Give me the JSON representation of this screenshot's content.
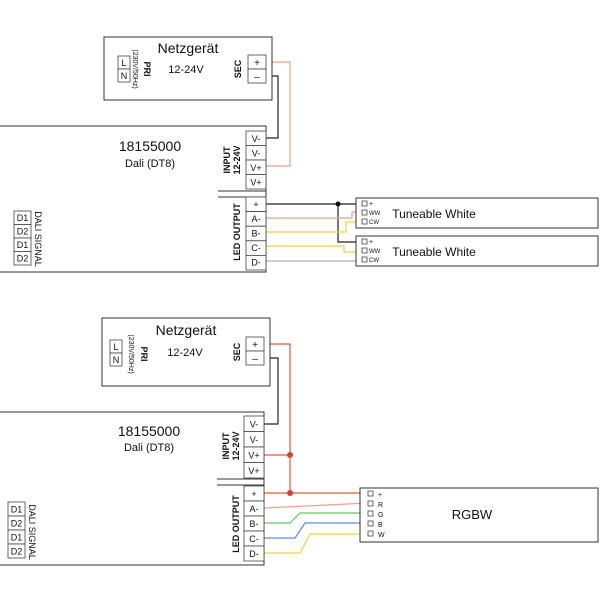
{
  "diagram1": {
    "psu": {
      "title": "Netzgerät",
      "voltage": "12-24V",
      "pri_label": "PRI",
      "pri_spec": "(230V/50Hz)",
      "pri_l": "L",
      "pri_n": "N",
      "sec_label": "SEC",
      "sec_plus": "+",
      "sec_minus": "–"
    },
    "controller": {
      "model": "18155000",
      "type": "Dali (DT8)",
      "input_label": "INPUT",
      "input_voltage": "12-24V",
      "input_pins": [
        "V-",
        "V-",
        "V+",
        "V+"
      ],
      "led_label": "LED OUTPUT",
      "led_pins": [
        "+",
        "A-",
        "B-",
        "C-",
        "D-"
      ],
      "dali_label": "DALI SIGNAL",
      "dali_pins": [
        "D1",
        "D2",
        "D1",
        "D2"
      ]
    },
    "strip1": {
      "title": "Tuneable White",
      "pins": [
        "+",
        "WW",
        "CW"
      ]
    },
    "strip2": {
      "title": "Tuneable White",
      "pins": [
        "+",
        "WW",
        "CW"
      ]
    }
  },
  "diagram2": {
    "psu": {
      "title": "Netzgerät",
      "voltage": "12-24V",
      "pri_label": "PRI",
      "pri_spec": "(230V/50Hz)",
      "pri_l": "L",
      "pri_n": "N",
      "sec_label": "SEC",
      "sec_plus": "+",
      "sec_minus": "–"
    },
    "controller": {
      "model": "18155000",
      "type": "Dali (DT8)",
      "input_label": "INPUT",
      "input_voltage": "12-24V",
      "input_pins": [
        "V-",
        "V-",
        "V+",
        "V+"
      ],
      "led_label": "LED OUTPUT",
      "led_pins": [
        "+",
        "A-",
        "B-",
        "C-",
        "D-"
      ],
      "dali_label": "DALI SIGNAL",
      "dali_pins": [
        "D1",
        "D2",
        "D1",
        "D2"
      ]
    },
    "strip": {
      "title": "RGBW",
      "pins": [
        "+",
        "R",
        "G",
        "B",
        "W"
      ]
    }
  },
  "colors": {
    "red": "#e8553c",
    "salmon": "#f0a08c",
    "black": "#111111",
    "yellow": "#f0d23c",
    "green": "#64c864",
    "blue": "#5a8cf0",
    "lavender": "#b4aaf0",
    "gray": "#b4b4b4"
  }
}
